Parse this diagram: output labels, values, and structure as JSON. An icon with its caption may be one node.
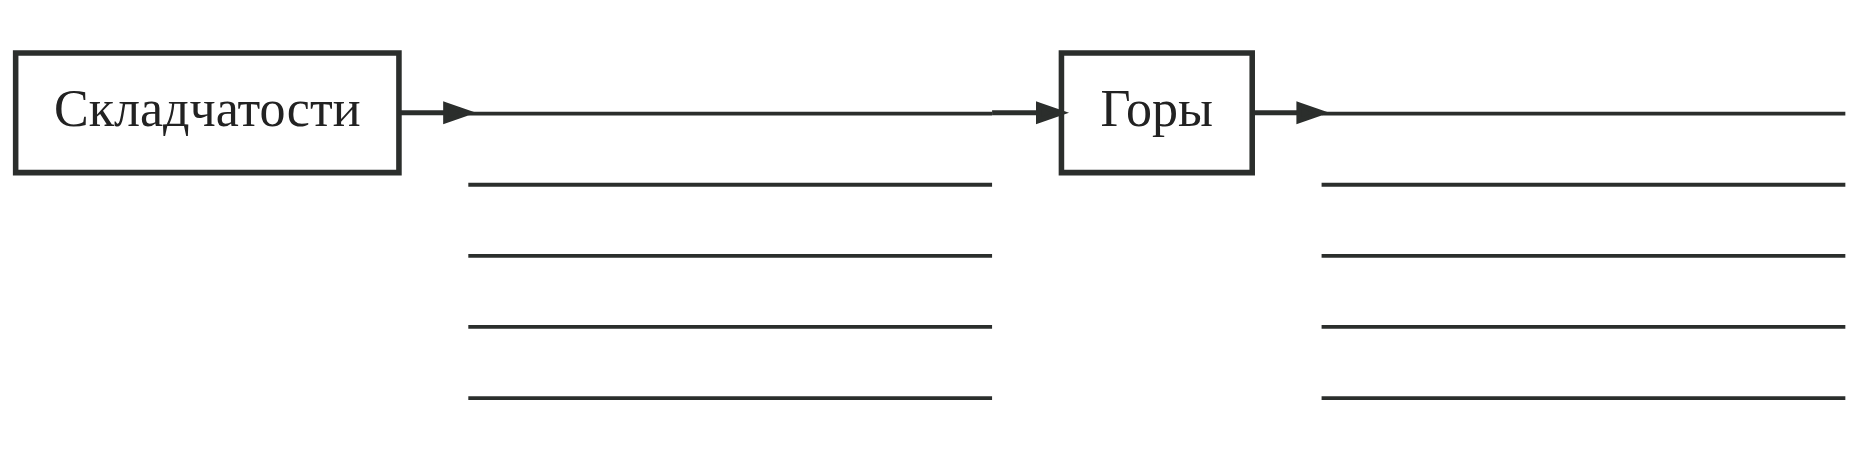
{
  "diagram": {
    "nodes": [
      {
        "text": [
          "Складчатости"
        ]
      },
      {
        "text": [],
        "shape": "line"
      },
      {
        "text": [],
        "shape": "line"
      },
      {
        "text": [],
        "shape": "line"
      },
      {
        "text": [],
        "shape": "line"
      },
      {
        "text": [],
        "shape": "line"
      },
      {
        "text": [
          "Горы"
        ]
      },
      {
        "text": [],
        "shape": "line"
      },
      {
        "text": [],
        "shape": "line"
      },
      {
        "text": [],
        "shape": "line"
      },
      {
        "text": [],
        "shape": "line"
      },
      {
        "text": [],
        "shape": "line"
      }
    ],
    "edges": [
      {
        "from": 0,
        "to": 1,
        "arrow": "to"
      },
      {
        "from": 1,
        "to": 6,
        "arrow": "to"
      },
      {
        "from": 6,
        "to": 7,
        "arrow": "to"
      }
    ]
  }
}
